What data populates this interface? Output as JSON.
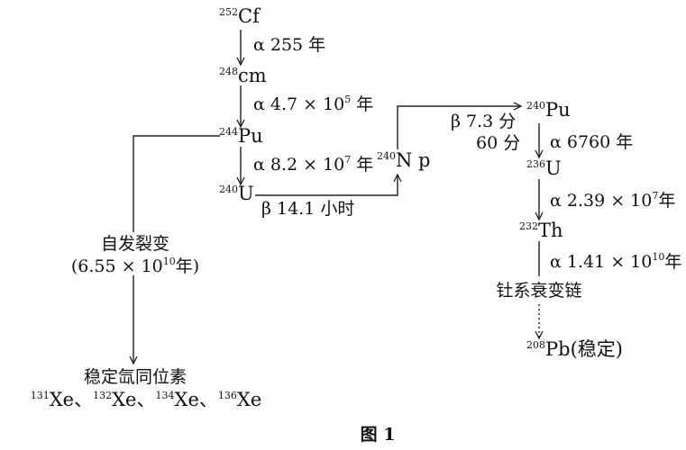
{
  "nuclides": {
    "cf252": {
      "mass": "252",
      "symbol": "Cf"
    },
    "cm248": {
      "mass": "248",
      "symbol": "cm"
    },
    "pu244": {
      "mass": "244",
      "symbol": "Pu"
    },
    "u240": {
      "mass": "240",
      "symbol": "U"
    },
    "np240": {
      "mass": "240",
      "symbol": "N p"
    },
    "pu240": {
      "mass": "240",
      "symbol": "Pu"
    },
    "u236": {
      "mass": "236",
      "symbol": "U"
    },
    "th232": {
      "mass": "232",
      "symbol": "Th"
    },
    "pb208": {
      "mass": "208",
      "symbol": "Pb(稳定)"
    }
  },
  "decays": {
    "cf_cm": {
      "text": "α 255 年"
    },
    "cm_pu": {
      "text": "α 4.7 × 10",
      "exp": "5",
      "unit": " 年"
    },
    "pu_u": {
      "text": "α 8.2 × 10",
      "exp": "7",
      "unit": " 年"
    },
    "u_np": {
      "text": "β 14.1 小时"
    },
    "np_pu": {
      "text": "β 7.3 分",
      "text2": "60 分"
    },
    "pu_u236": {
      "text": "α 6760 年"
    },
    "u_th": {
      "text": "α 2.39 × 10",
      "exp": "7",
      "unit": "年"
    },
    "th_chain": {
      "text": "α 1.41 × 10",
      "exp": "10",
      "unit": "年"
    }
  },
  "fission": {
    "label": "自发裂变",
    "halflife": "(6.55 × 10",
    "exp": "10",
    "unit": "年)"
  },
  "thorium_chain": "钍系衰变链",
  "xenon": {
    "title": "稳定氙同位素",
    "isotopes": [
      {
        "mass": "131",
        "symbol": "Xe",
        "sep": "、"
      },
      {
        "mass": "132",
        "symbol": "Xe",
        "sep": "、"
      },
      {
        "mass": "134",
        "symbol": "Xe",
        "sep": "、"
      },
      {
        "mass": "136",
        "symbol": "Xe",
        "sep": ""
      }
    ]
  },
  "caption": "图 1",
  "line_color": "#222222"
}
